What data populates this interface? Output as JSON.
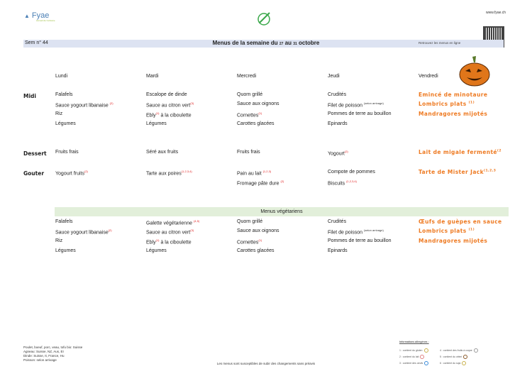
{
  "header": {
    "logo": "Fyae",
    "logo_sub": "Accueil de l'enfance",
    "site": "www.fyae.ch",
    "week": "Sem n° 44",
    "title_a": "Menus de la semaine du ",
    "title_d1": "27",
    "title_b": " au ",
    "title_d2": "31",
    "title_c": " octobre",
    "online": "Retrouvez les menus en ligne"
  },
  "days": [
    "Lundi",
    "Mardi",
    "Mercredi",
    "Jeudi",
    "Vendredi"
  ],
  "meals": {
    "midi": "Midi",
    "dessert": "Dessert",
    "gouter": "Gouter"
  },
  "midi": [
    [
      {
        "t": "Falafels"
      },
      {
        "t": "Sauce yogourt libanaise ",
        "s": "(2)"
      },
      {
        "t": "Riz"
      },
      {
        "t": "Légumes"
      }
    ],
    [
      {
        "t": "Escalope de dinde"
      },
      {
        "t": "Sauce au citron vert",
        "s": "(3)"
      },
      {
        "t": "Ebly",
        "s": "(1)",
        "a": " à la ciboulette"
      },
      {
        "t": "Légumes"
      }
    ],
    [
      {
        "t": "Quorn grillé"
      },
      {
        "t": "Sauce aux oignons"
      },
      {
        "t": "Cornettes",
        "s": "(1)"
      },
      {
        "t": "Carottes glacées"
      }
    ],
    [
      {
        "t": "Crudités"
      },
      {
        "t": "Filet de poisson ",
        "s": "(selon arrivage)",
        "g": true
      },
      {
        "t": "Pommes de terre au bouillon"
      },
      {
        "t": "Epinards"
      }
    ],
    [
      {
        "t": "Emincé de minotaure"
      },
      {
        "t": "Lombrics plats ",
        "s": "(1)"
      },
      {
        "t": "Mandragores mijotés"
      }
    ]
  ],
  "dessert": [
    [
      {
        "t": "Fruits frais"
      }
    ],
    [
      {
        "t": "Séré aux fruits"
      }
    ],
    [
      {
        "t": "Fruits frais"
      }
    ],
    [
      {
        "t": "Yogourt",
        "s": "(2)"
      }
    ],
    [
      {
        "t": "Lait de migale fermenté",
        "s": "(2"
      }
    ]
  ],
  "gouter": [
    [
      {
        "t": "Yogourt fruits",
        "s": "(2)"
      }
    ],
    [
      {
        "t": "Tarte aux poires",
        "s": "(1,2,3,4)"
      }
    ],
    [
      {
        "t": "Pain au lait ",
        "s": "(1,2,3)"
      },
      {
        "t": "Fromage pâte dure ",
        "s": "(2)"
      }
    ],
    [
      {
        "t": "Compote de pommes"
      },
      {
        "t": "Biscuits ",
        "s": "(1,2,3,4)"
      }
    ],
    [
      {
        "t": "Tarte de Mister Jack",
        "s": "(1,2,3"
      }
    ]
  ],
  "veg_title": "Menus végétariens",
  "veg": [
    [
      {
        "t": "Falafels"
      },
      {
        "t": "Sauce yogourt libanaise",
        "s": "(2)"
      },
      {
        "t": "Riz"
      },
      {
        "t": "Légumes"
      }
    ],
    [
      {
        "t": "Galette végétarienne ",
        "s": "(4,5)"
      },
      {
        "t": "Sauce au citron vert",
        "s": "(3)"
      },
      {
        "t": "Ebly",
        "s": "(1)",
        "a": " à la ciboulette"
      },
      {
        "t": "Légumes"
      }
    ],
    [
      {
        "t": "Quorn grillé"
      },
      {
        "t": "Sauce aux oignons"
      },
      {
        "t": "Cornettes",
        "s": "(1)"
      },
      {
        "t": "Carottes glacées"
      }
    ],
    [
      {
        "t": "Crudités"
      },
      {
        "t": "Filet de poisson ",
        "s": "(selon arrivage)",
        "g": true
      },
      {
        "t": "Pommes de terre au bouillon"
      },
      {
        "t": "Epinards"
      }
    ],
    [
      {
        "t": "Œufs de guèpes en sauce"
      },
      {
        "t": "Lombrics plats ",
        "s": "(1)"
      },
      {
        "t": "Mandragores mijotés"
      }
    ]
  ],
  "footer": {
    "origins": [
      "Poulet, boeuf, porc, veau, tofu bio: Suisse",
      "Agneau: Suisse, NZ, Aus, EI",
      "Dinde: Suisse, It, France, Hu",
      "Poisson: selon arrivage"
    ],
    "notice": "Les menus sont susceptibles de subir des changements sans préavis",
    "legend_title": "Informations allergènes :",
    "legend": [
      "1 : contient du gluten",
      "2 : contient du lait",
      "3 : contient des oeufs",
      "4 : contient des fruits à coque",
      "5 : contient du céleri",
      "6 : contient du soja"
    ]
  }
}
